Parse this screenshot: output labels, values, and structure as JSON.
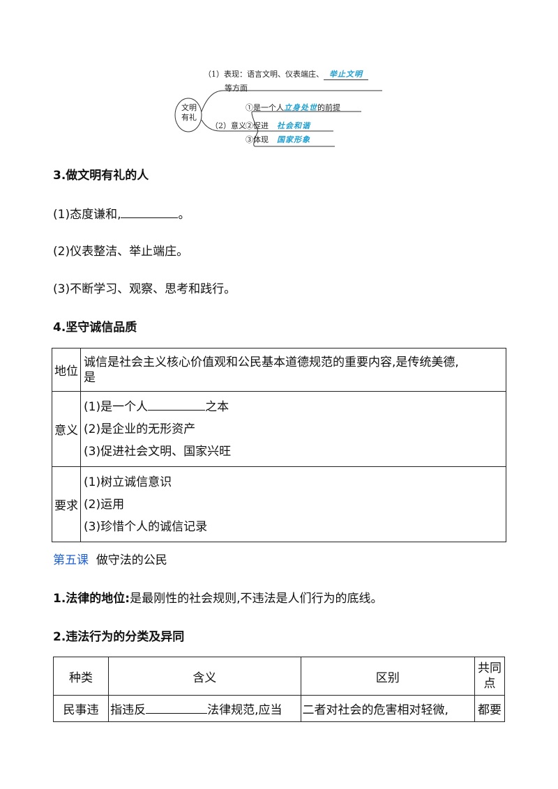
{
  "mindmap": {
    "root": "文明有礼",
    "root_line1": "文明",
    "root_line2": "有礼",
    "branch1_text": "（1）表现：语言文明、仪表端庄、",
    "branch1_answer": "举止文明",
    "branch1_cont": "等方面",
    "branch2_label": "（2）意义",
    "sub1_prefix": "①是一个人",
    "sub1_answer": "立身处世",
    "sub1_suffix": "的前提",
    "sub2_prefix": "②促进",
    "sub2_answer": "社会和谐",
    "sub3_prefix": "③体现",
    "sub3_answer": "国家形象"
  },
  "section3": {
    "title": "3.做文明有礼的人",
    "item1_prefix": "(1)态度谦和,",
    "item1_suffix": "。",
    "item2": "(2)仪表整洁、举止端庄。",
    "item3": "(3)不断学习、观察、思考和践行。"
  },
  "section4": {
    "title": "4.坚守诚信品质",
    "table": {
      "row1_label": "地位",
      "row1_line1": "诚信是社会主义核心价值观和公民基本道德规范的重要内容,是传统美德,",
      "row1_line2": "是",
      "row2_label": "意义",
      "row2_item1_prefix": "(1)是一个人",
      "row2_item1_suffix": "之本",
      "row2_item2": "(2)是企业的无形资产",
      "row2_item3": "(3)促进社会文明、国家兴旺",
      "row3_label": "要求",
      "row3_item1": "(1)树立诚信意识",
      "row3_item2": "(2)运用",
      "row3_item3": "(3)珍惜个人的诚信记录"
    }
  },
  "lesson5": {
    "link": "第五课",
    "title": "做守法的公民"
  },
  "law_status": {
    "bold": "1.法律的地位:",
    "text": "是最刚性的社会规则,不违法是人们行为的底线。"
  },
  "section2": {
    "title": "2.违法行为的分类及异同",
    "table": {
      "header_type": "种类",
      "header_meaning": "含义",
      "header_diff": "区别",
      "header_common_1": "共同",
      "header_common_2": "点",
      "row1_type": "民事违",
      "row1_meaning_prefix": "指违反",
      "row1_meaning_suffix": "法律规范,应当",
      "row1_diff": "二者对社会的危害相对轻微,",
      "row1_common": "都要"
    }
  }
}
